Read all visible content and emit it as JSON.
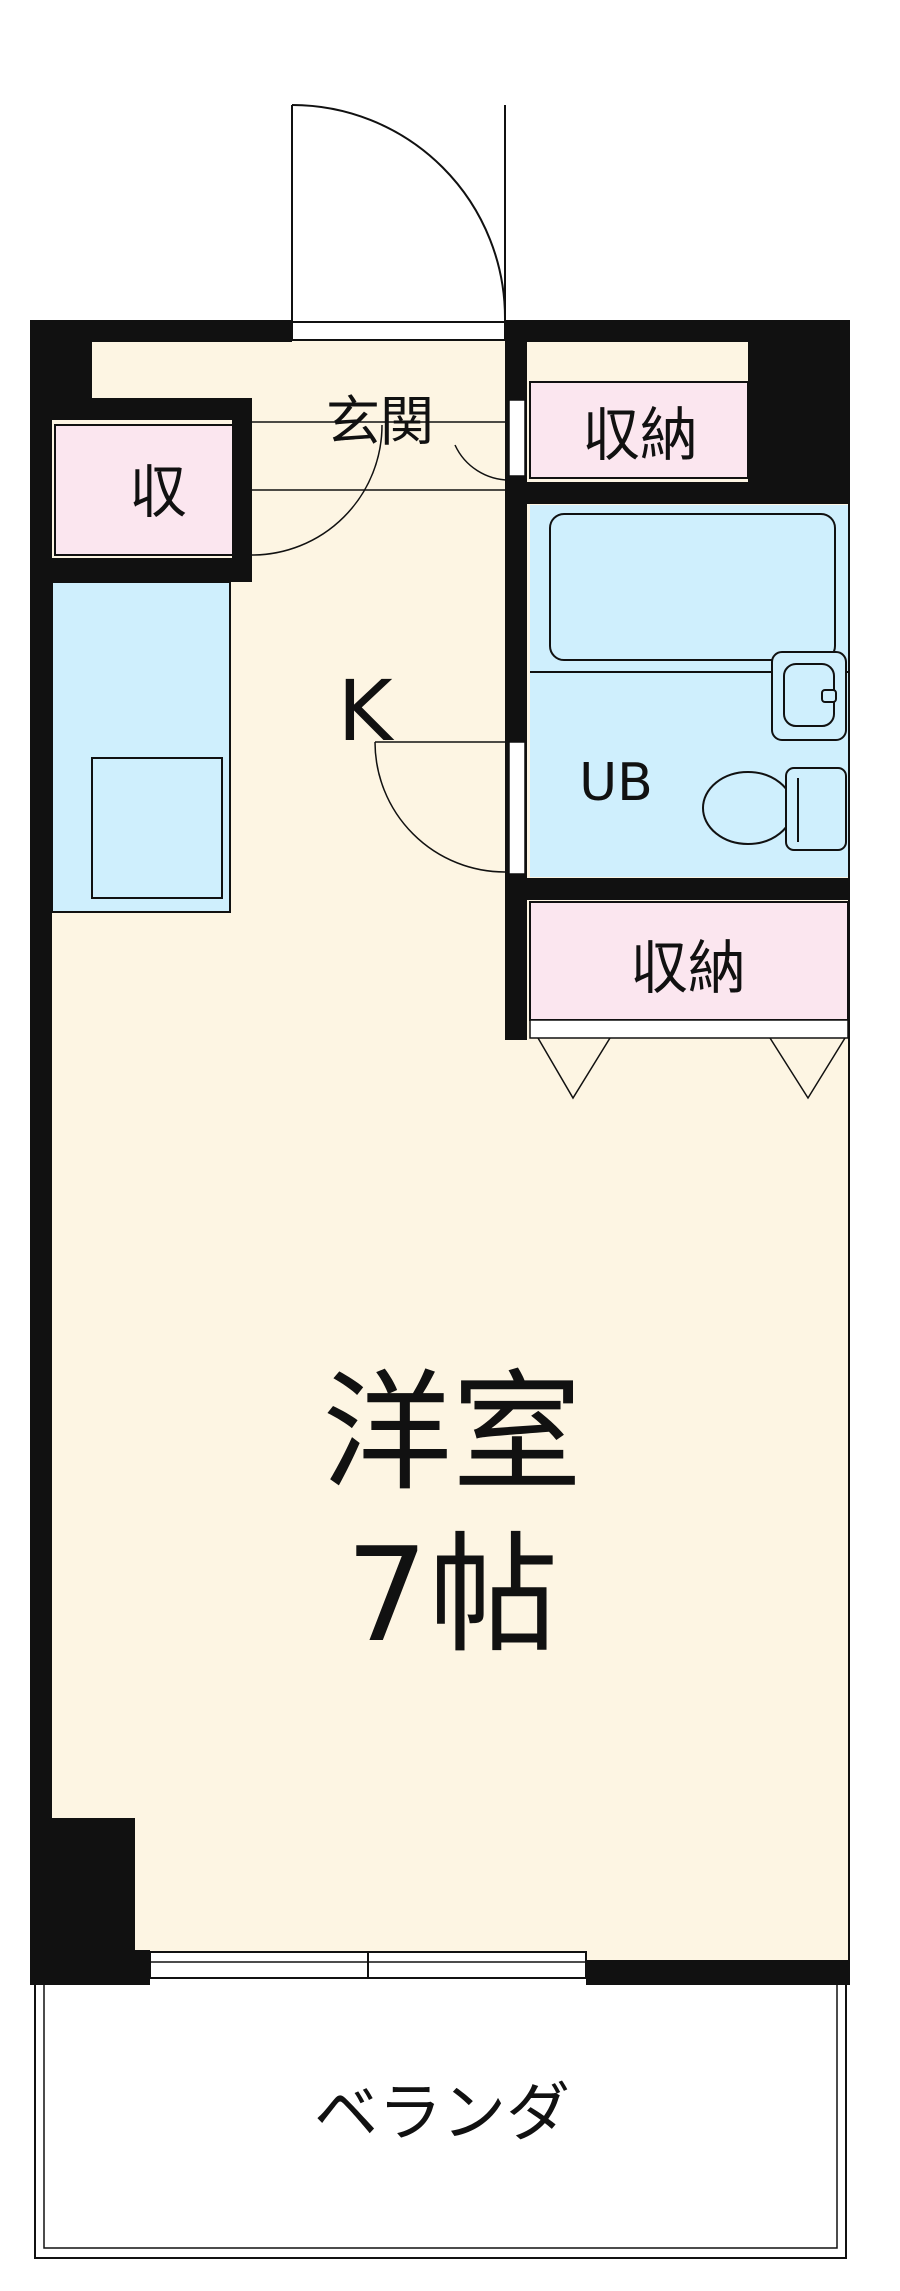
{
  "rooms": {
    "entrance": "玄関",
    "storage_top": "収納",
    "storage_small": "収",
    "kitchen": "K",
    "bath": "UB",
    "storage_mid": "収納",
    "main_room": "洋室",
    "main_room_size": "7帖",
    "balcony": "ベランダ"
  },
  "colors": {
    "wall": "#111111",
    "floor": "#fdf5e3",
    "storage": "#fbe6ef",
    "wet_area": "#cfeffd",
    "fixture_line": "#111111"
  }
}
